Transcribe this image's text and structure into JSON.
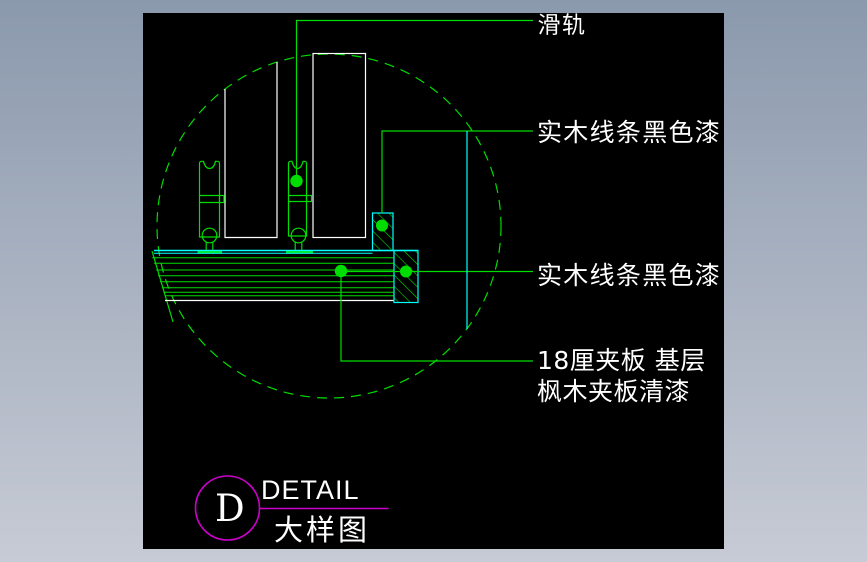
{
  "colors": {
    "green": "#00dd00",
    "cyan": "#00ffff",
    "magenta": "#cc00cc",
    "white": "#ffffff",
    "canvas": "#000000",
    "bg_top": "#8b99ad",
    "bg_bottom": "#c7cbd5"
  },
  "annotations": {
    "slide_rail": "滑轨",
    "trim_black_1": "实木线条黑色漆",
    "trim_black_2": "实木线条黑色漆",
    "plywood_line1": "18厘夹板 基层",
    "plywood_line2": "枫木夹板清漆"
  },
  "title_block": {
    "letter": "D",
    "name_en": "DETAIL",
    "name_zh": "大样图"
  }
}
